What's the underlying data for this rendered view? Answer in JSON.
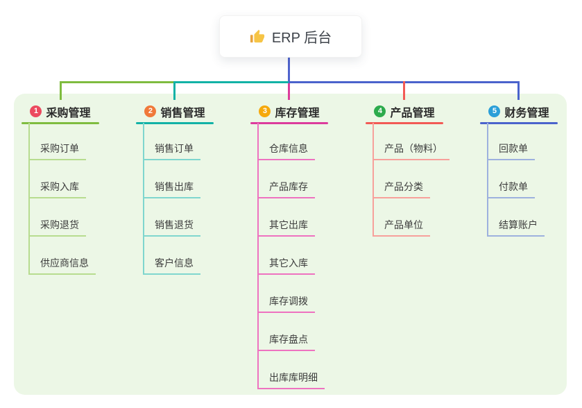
{
  "root": {
    "label": "ERP 后台",
    "icon": "thumbs-up-icon"
  },
  "colors": {
    "canvas_bg": "#ffffff",
    "panel_bg": "#ecf7e6",
    "root_edge": "#4f63cd",
    "title_text": "#2b2b2b",
    "item_text": "#3c3c3c",
    "root_card_bg": "#ffffff",
    "thumb_icon": "#f2bb30"
  },
  "branches": [
    {
      "index": "1",
      "label": "采购管理",
      "badge_color": "#ec4a5f",
      "line_color": "#7fbc3f",
      "child_line_color": "#b7dc8f",
      "children": [
        "采购订单",
        "采购入库",
        "采购退货",
        "供应商信息"
      ]
    },
    {
      "index": "2",
      "label": "销售管理",
      "badge_color": "#f0793a",
      "line_color": "#12b2a6",
      "child_line_color": "#7fd6ce",
      "children": [
        "销售订单",
        "销售出库",
        "销售退货",
        "客户信息"
      ]
    },
    {
      "index": "3",
      "label": "库存管理",
      "badge_color": "#f6a90c",
      "line_color": "#dc3c9c",
      "child_line_color": "#ee72c0",
      "children": [
        "仓库信息",
        "产品库存",
        "其它出库",
        "其它入库",
        "库存调拨",
        "库存盘点",
        "出库库明细"
      ]
    },
    {
      "index": "4",
      "label": "产品管理",
      "badge_color": "#2dab4d",
      "line_color": "#f25a55",
      "child_line_color": "#f7a09b",
      "children": [
        "产品（物料）",
        "产品分类",
        "产品单位"
      ]
    },
    {
      "index": "5",
      "label": "财务管理",
      "badge_color": "#2b9fd8",
      "line_color": "#4a63cc",
      "child_line_color": "#9db1de",
      "children": [
        "回款单",
        "付款单",
        "结算账户"
      ]
    }
  ]
}
